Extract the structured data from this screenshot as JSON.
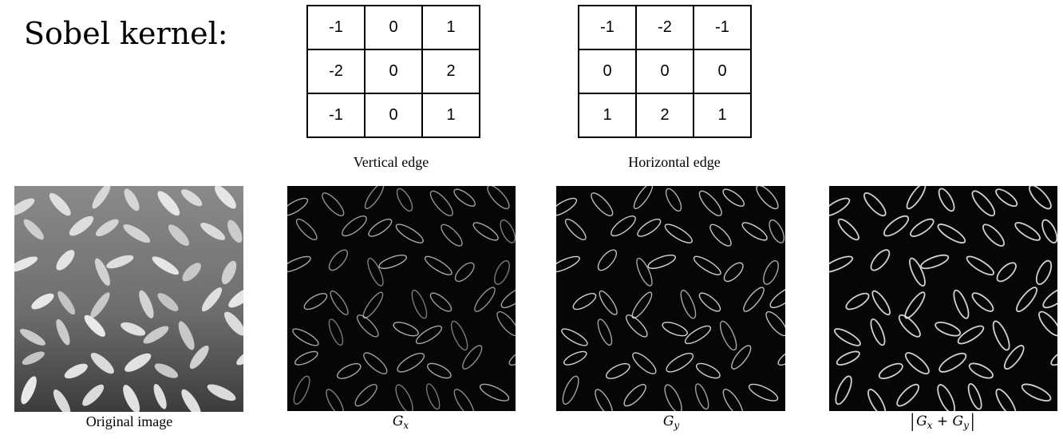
{
  "title": "Sobel kernel:",
  "kernels": [
    {
      "caption": "Vertical edge",
      "rows": [
        [
          "-1",
          "0",
          "1"
        ],
        [
          "-2",
          "0",
          "2"
        ],
        [
          "-1",
          "0",
          "1"
        ]
      ]
    },
    {
      "caption": "Horizontal edge",
      "rows": [
        [
          "-1",
          "-2",
          "-1"
        ],
        [
          "0",
          "0",
          "0"
        ],
        [
          "1",
          "2",
          "1"
        ]
      ]
    }
  ],
  "images": [
    {
      "caption": "Original image",
      "style": "original"
    },
    {
      "caption_base": "G",
      "caption_sub": "x",
      "style": "gx"
    },
    {
      "caption_base": "G",
      "caption_sub": "y",
      "style": "gy"
    },
    {
      "caption_open": "|",
      "caption_a": "G",
      "caption_a_sub": "x",
      "caption_plus": " + ",
      "caption_b": "G",
      "caption_b_sub": "y",
      "caption_close": "|",
      "style": "mag"
    }
  ]
}
